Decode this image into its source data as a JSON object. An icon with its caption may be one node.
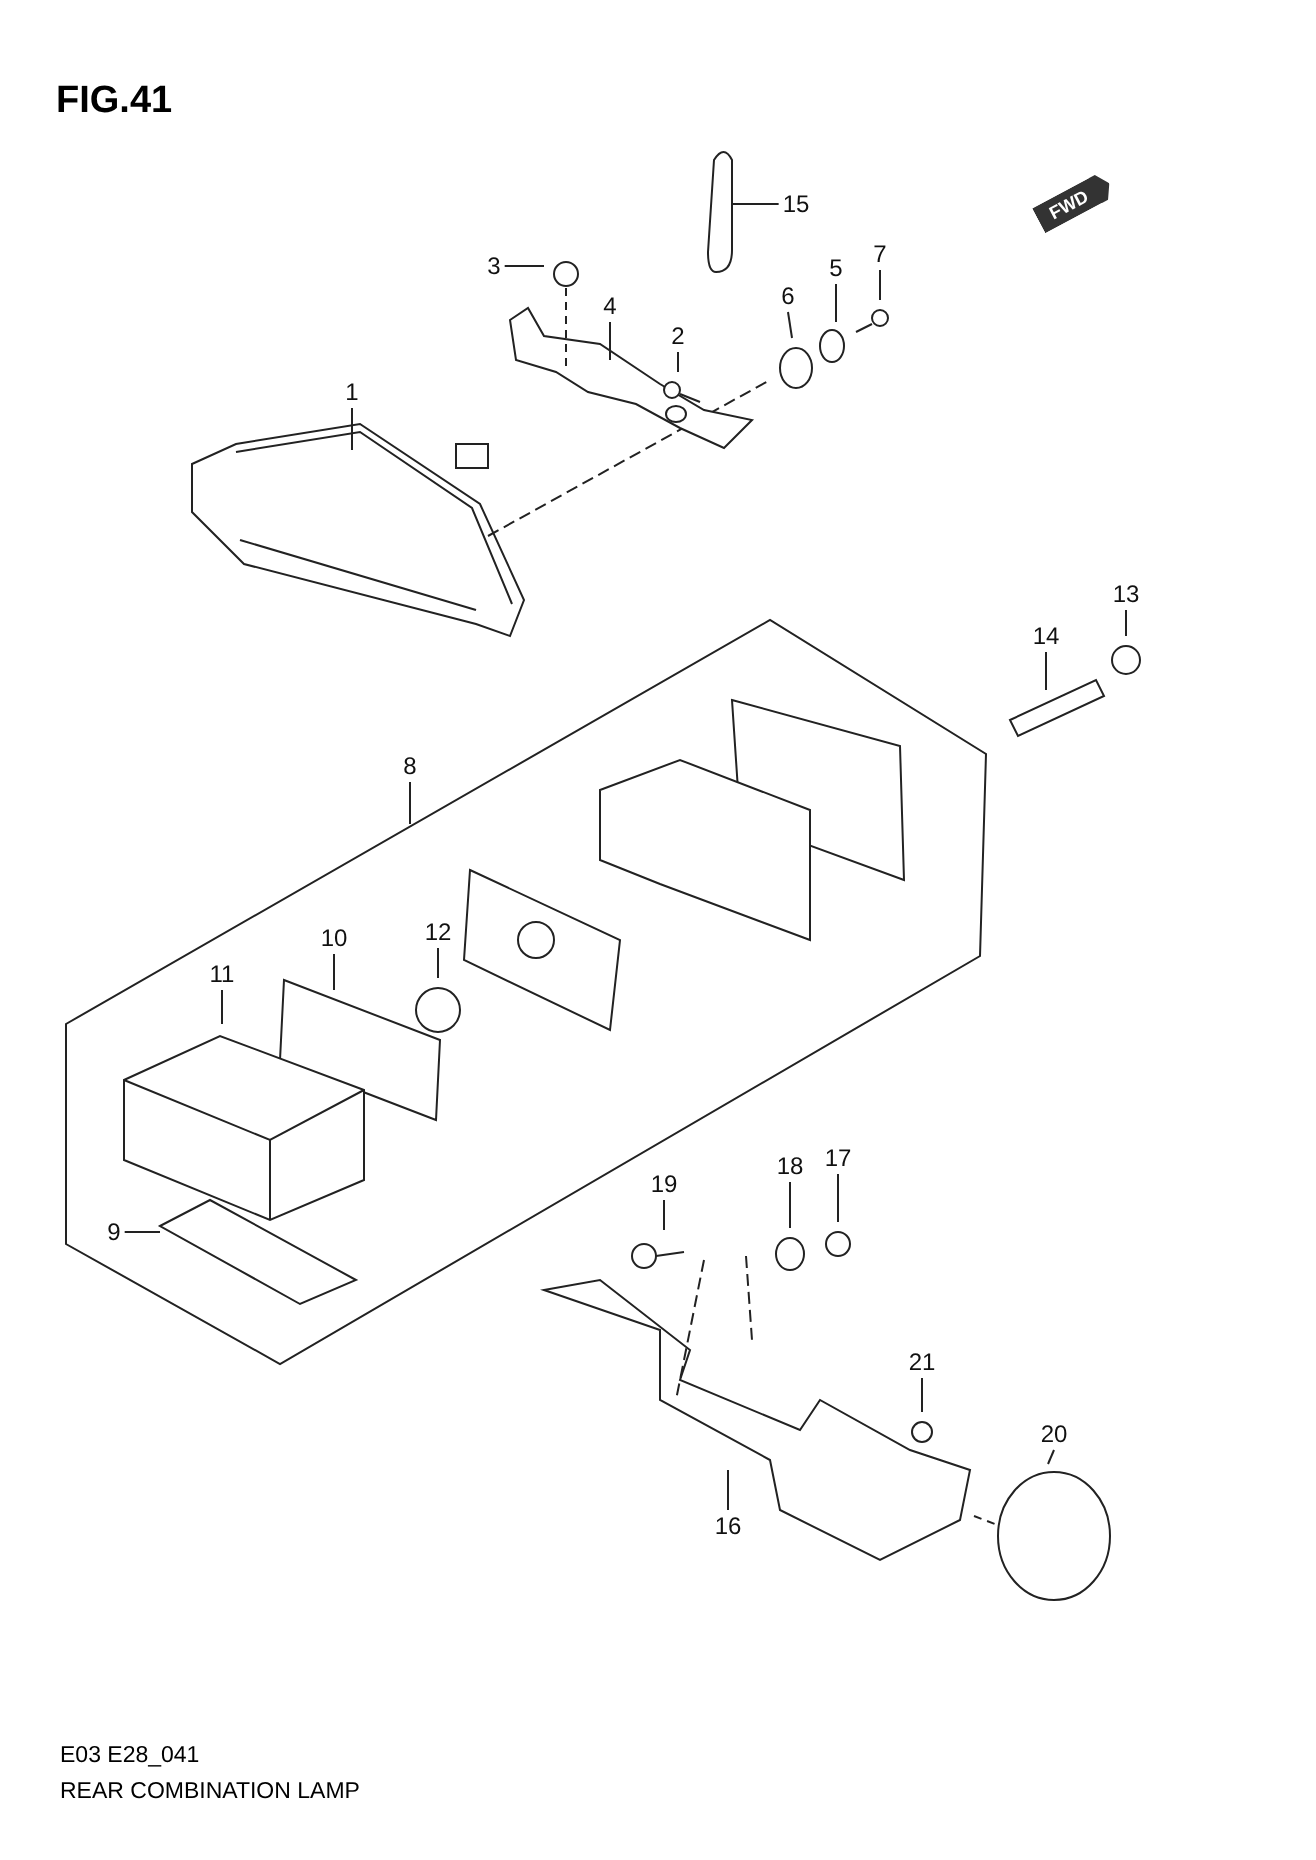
{
  "diagram": {
    "title": "FIG.41",
    "caption": "REAR COMBINATION LAMP",
    "nodes": [
      {
        "text": [
          "1"
        ]
      },
      {
        "text": [
          "2"
        ]
      },
      {
        "text": [
          "3"
        ]
      },
      {
        "text": [
          "4"
        ]
      },
      {
        "text": [
          "5"
        ]
      },
      {
        "text": [
          "6"
        ]
      },
      {
        "text": [
          "7"
        ]
      },
      {
        "text": [
          "8"
        ]
      },
      {
        "text": [
          "9"
        ]
      },
      {
        "text": [
          "10"
        ]
      },
      {
        "text": [
          "11"
        ]
      },
      {
        "text": [
          "12"
        ]
      },
      {
        "text": [
          "13"
        ]
      },
      {
        "text": [
          "14"
        ]
      },
      {
        "text": [
          "15"
        ]
      },
      {
        "text": [
          "16"
        ]
      },
      {
        "text": [
          "17"
        ]
      },
      {
        "text": [
          "18"
        ]
      },
      {
        "text": [
          "19"
        ]
      },
      {
        "text": [
          "20"
        ]
      },
      {
        "text": [
          "21"
        ]
      }
    ],
    "edges": [
      {
        "from": 0,
        "to": null,
        "arrow": "none"
      },
      {
        "from": 1,
        "to": null,
        "arrow": "none"
      },
      {
        "from": 2,
        "to": null,
        "arrow": "none"
      },
      {
        "from": 3,
        "to": null,
        "arrow": "none"
      },
      {
        "from": 4,
        "to": null,
        "arrow": "none"
      },
      {
        "from": 5,
        "to": null,
        "arrow": "none"
      },
      {
        "from": 6,
        "to": null,
        "arrow": "none"
      },
      {
        "from": 7,
        "to": null,
        "arrow": "none"
      },
      {
        "from": 8,
        "to": null,
        "arrow": "none"
      },
      {
        "from": 9,
        "to": null,
        "arrow": "none"
      },
      {
        "from": 10,
        "to": null,
        "arrow": "none"
      },
      {
        "from": 11,
        "to": null,
        "arrow": "none"
      },
      {
        "from": 12,
        "to": null,
        "arrow": "none"
      },
      {
        "from": 13,
        "to": null,
        "arrow": "none"
      },
      {
        "from": 14,
        "to": null,
        "arrow": "none"
      },
      {
        "from": 15,
        "to": null,
        "arrow": "none"
      },
      {
        "from": 16,
        "to": null,
        "arrow": "none"
      },
      {
        "from": 17,
        "to": null,
        "arrow": "none"
      },
      {
        "from": 18,
        "to": null,
        "arrow": "none"
      },
      {
        "from": 19,
        "to": null,
        "arrow": "none"
      },
      {
        "from": 20,
        "to": null,
        "arrow": "none"
      }
    ],
    "labels": [
      "FWD",
      "E03 E28_041"
    ]
  }
}
